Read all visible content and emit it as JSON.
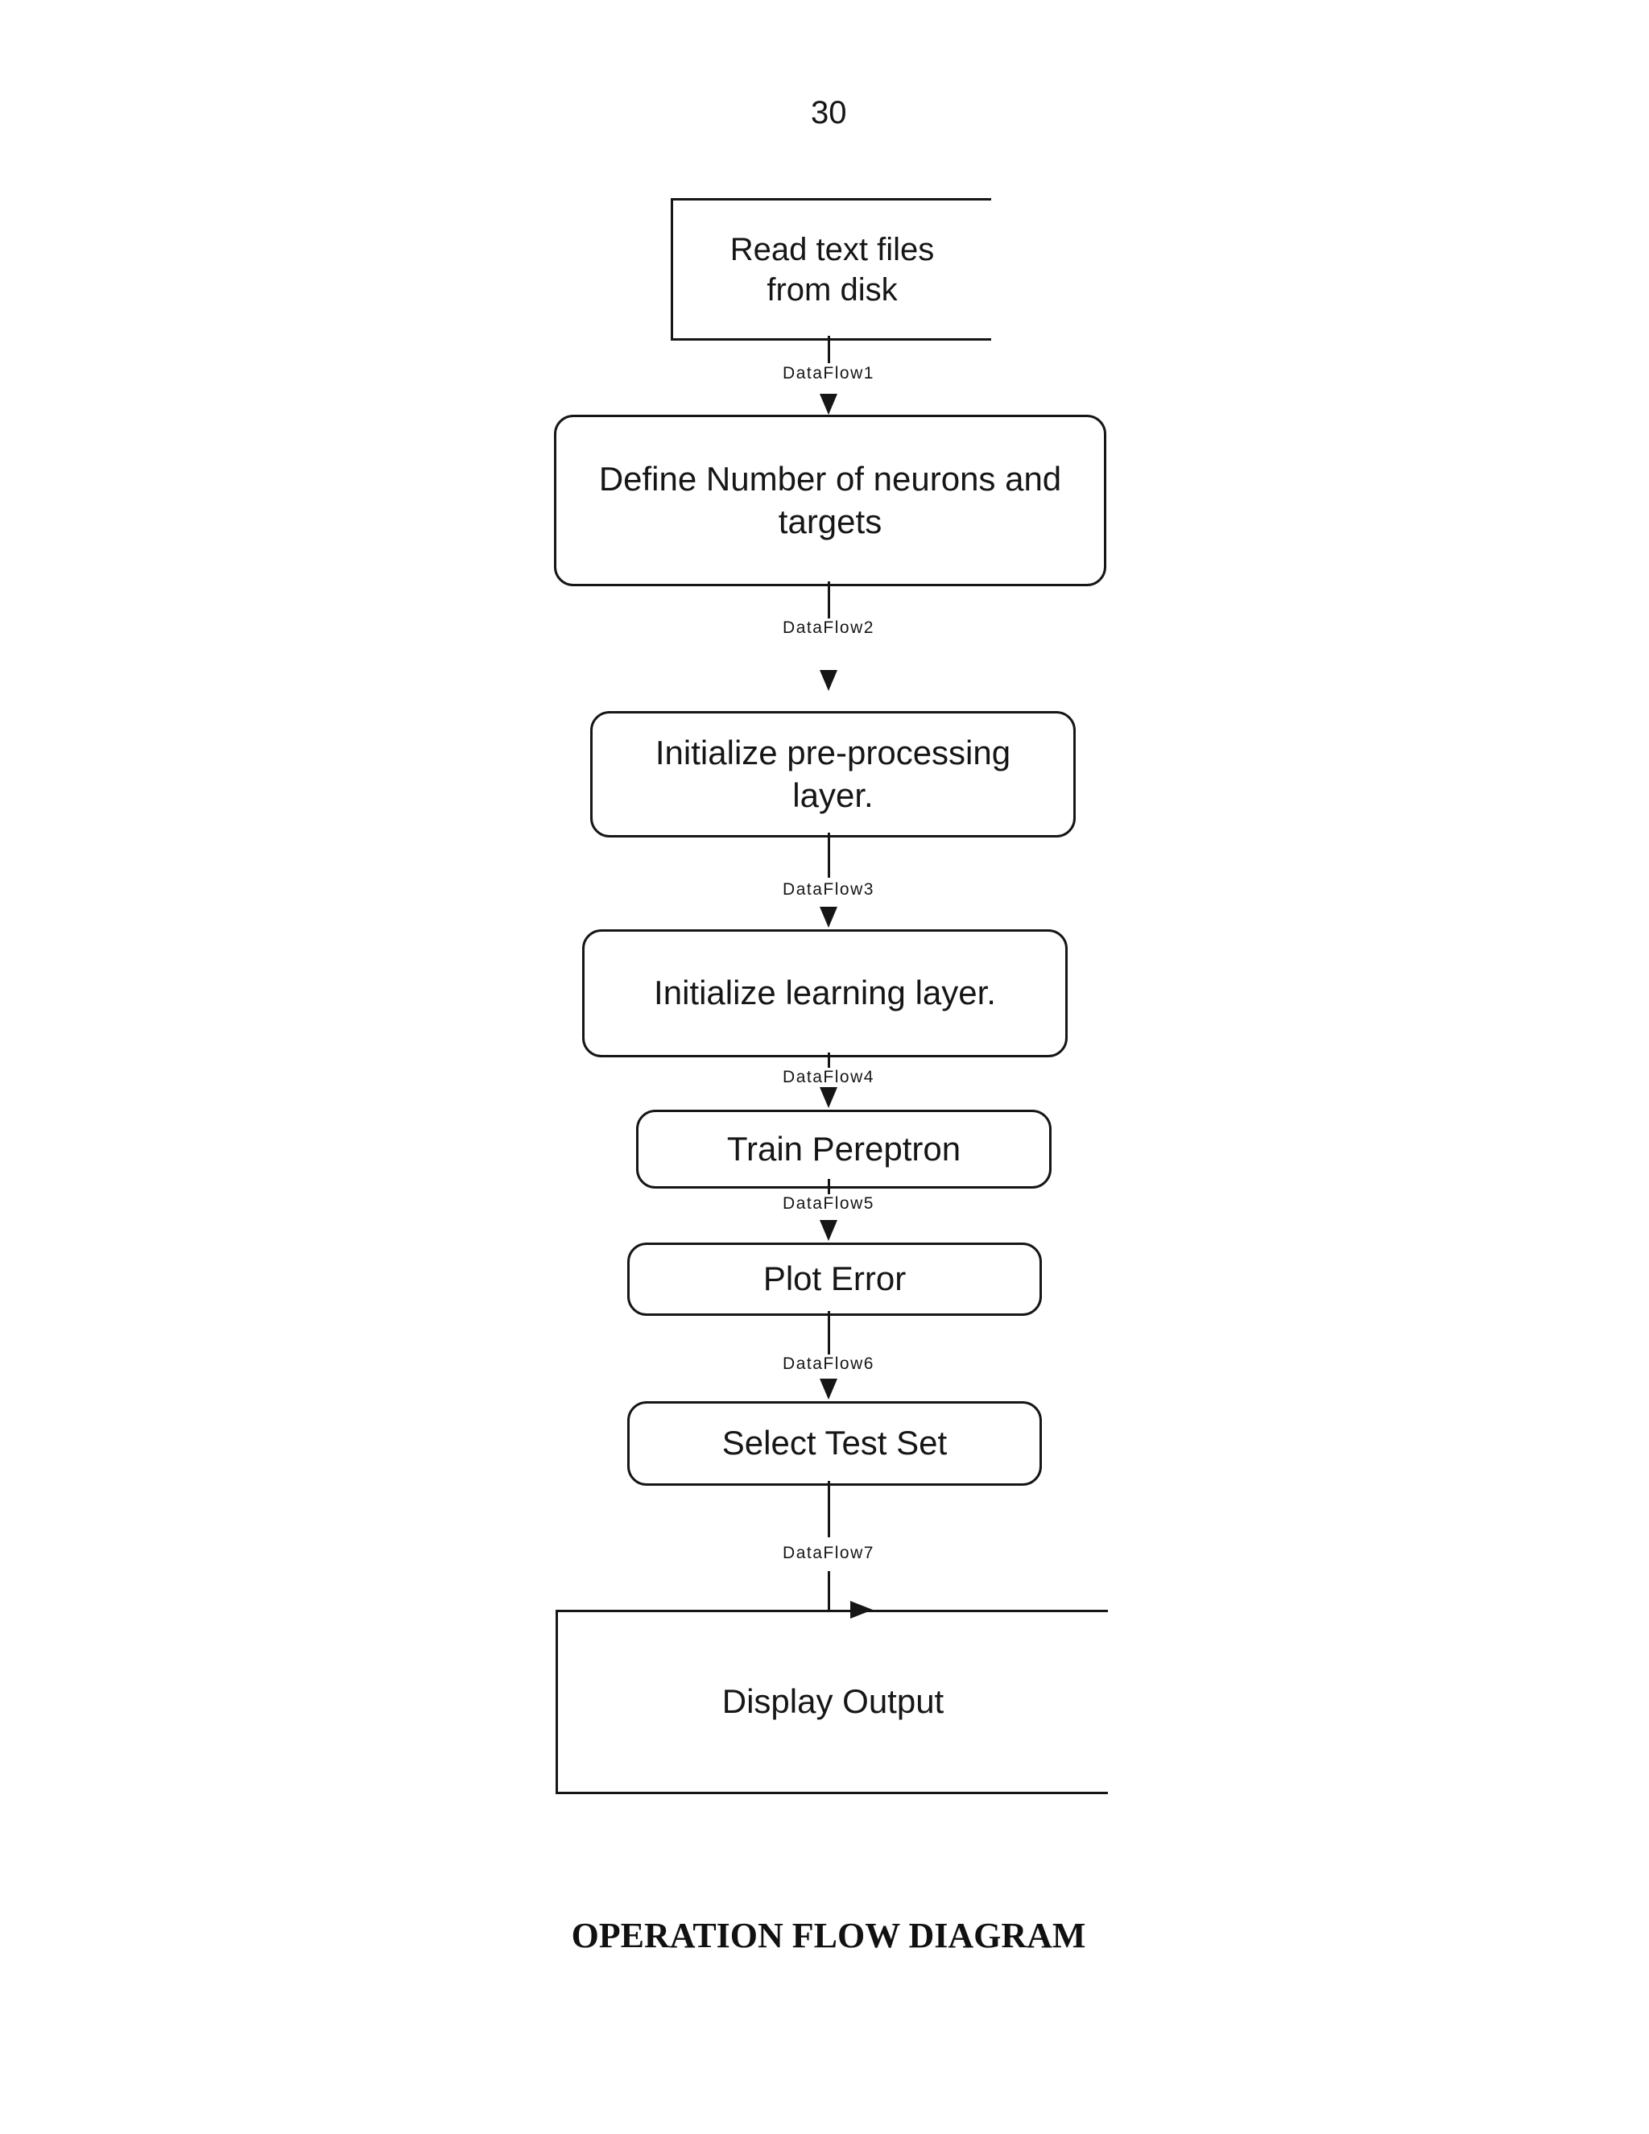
{
  "page": {
    "number": "30",
    "caption": "OPERATION FLOW DIAGRAM",
    "background_color": "#ffffff",
    "ink_color": "#161616"
  },
  "diagram": {
    "type": "flowchart",
    "direction": "top-down",
    "nodes": [
      {
        "id": "read-text-files",
        "shape": "rectangle-open-right",
        "lines": [
          "Read text files",
          "from disk"
        ]
      },
      {
        "id": "define-neurons",
        "shape": "rounded-rectangle",
        "lines": [
          "Define Number of neurons and",
          "targets"
        ]
      },
      {
        "id": "init-preprocessing",
        "shape": "rounded-rectangle",
        "lines": [
          "Initialize pre-processing",
          "layer."
        ]
      },
      {
        "id": "init-learning",
        "shape": "rounded-rectangle",
        "lines": [
          "Initialize learning layer."
        ]
      },
      {
        "id": "train-pereptron",
        "shape": "rounded-rectangle",
        "lines": [
          "Train Pereptron"
        ]
      },
      {
        "id": "plot-error",
        "shape": "rounded-rectangle",
        "lines": [
          "Plot Error"
        ]
      },
      {
        "id": "select-test-set",
        "shape": "rounded-rectangle",
        "lines": [
          "Select Test Set"
        ]
      },
      {
        "id": "display-output",
        "shape": "rectangle-open-right",
        "lines": [
          "Display Output"
        ]
      }
    ],
    "flows": [
      {
        "label": "DataFlow1",
        "from": "read-text-files",
        "to": "define-neurons",
        "arrow": "down"
      },
      {
        "label": "DataFlow2",
        "from": "define-neurons",
        "to": "init-preprocessing",
        "arrow": "down"
      },
      {
        "label": "DataFlow3",
        "from": "init-preprocessing",
        "to": "init-learning",
        "arrow": "down"
      },
      {
        "label": "DataFlow4",
        "from": "init-learning",
        "to": "train-pereptron",
        "arrow": "down"
      },
      {
        "label": "DataFlow5",
        "from": "train-pereptron",
        "to": "plot-error",
        "arrow": "down"
      },
      {
        "label": "DataFlow6",
        "from": "plot-error",
        "to": "select-test-set",
        "arrow": "down"
      },
      {
        "label": "DataFlow7",
        "from": "select-test-set",
        "to": "display-output",
        "arrow": "right"
      }
    ]
  }
}
